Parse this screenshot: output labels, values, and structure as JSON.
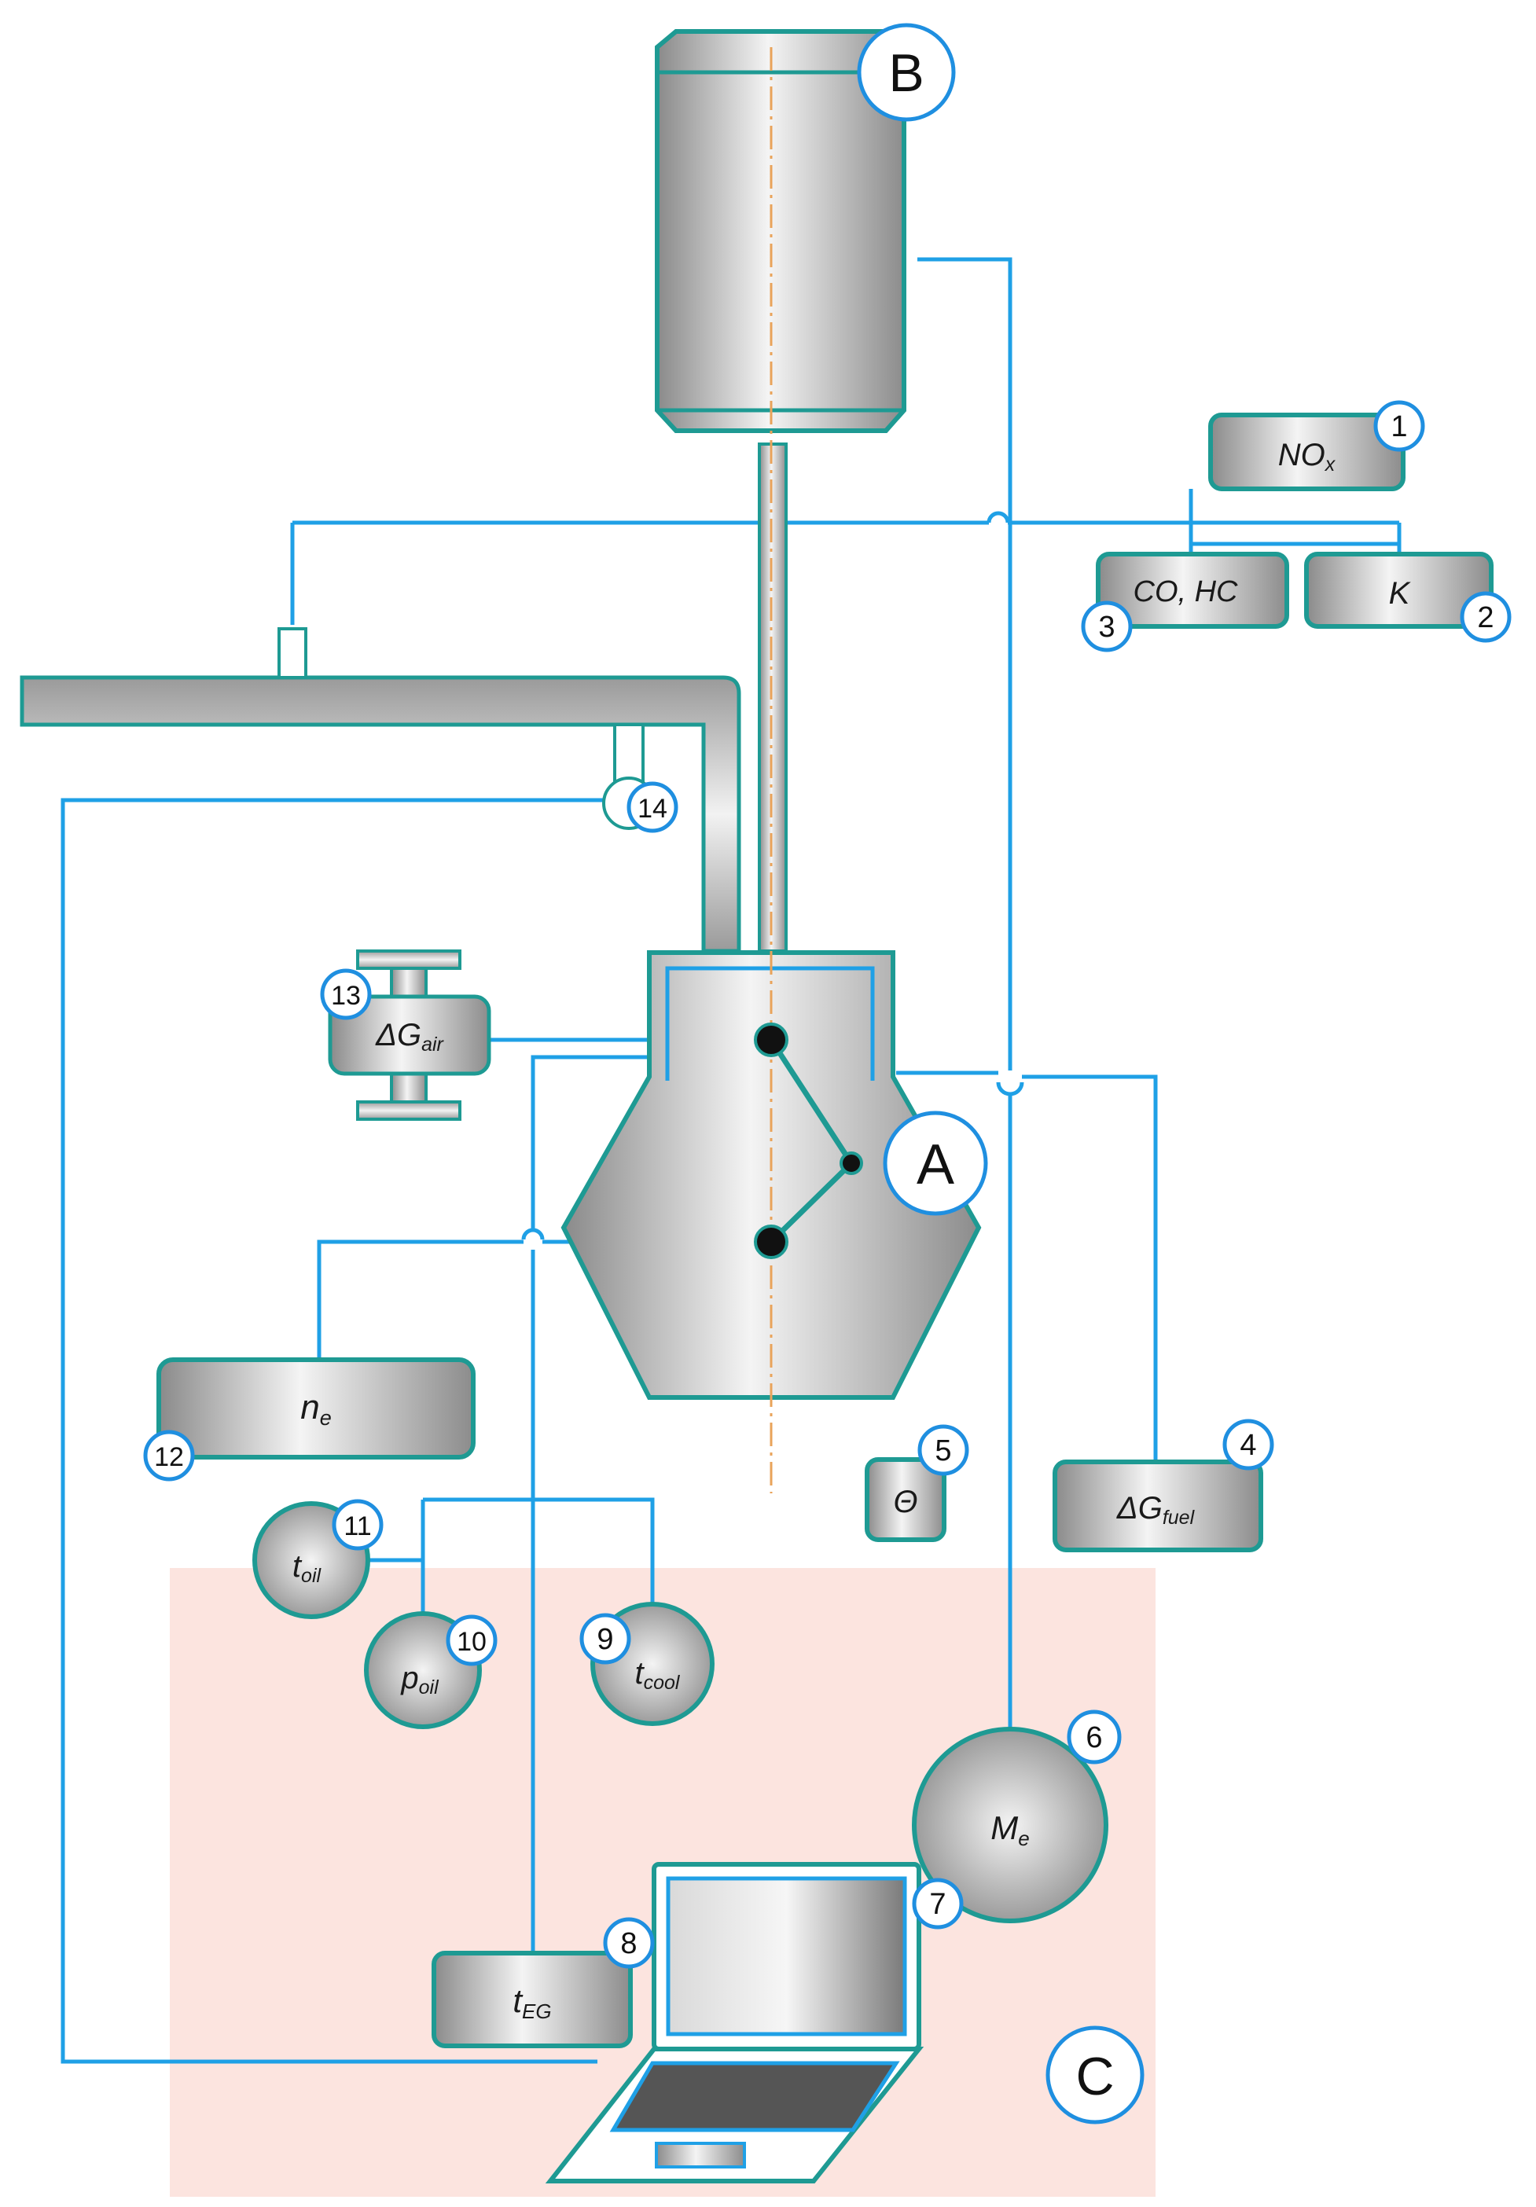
{
  "diagram": {
    "unit_labels": {
      "engine": "A",
      "dynamometer": "B",
      "control_room": "C"
    },
    "sensors": [
      {
        "num": "1",
        "base": "NO",
        "sub": "x"
      },
      {
        "num": "2",
        "base": "K",
        "sub": ""
      },
      {
        "num": "3",
        "base": "CO, HC",
        "sub": ""
      },
      {
        "num": "4",
        "base": "ΔG",
        "sub": "fuel"
      },
      {
        "num": "5",
        "base": "Θ",
        "sub": ""
      },
      {
        "num": "6",
        "base": "M",
        "sub": "e"
      },
      {
        "num": "7",
        "base": "",
        "sub": ""
      },
      {
        "num": "8",
        "base": "t",
        "sub": "EG"
      },
      {
        "num": "9",
        "base": "t",
        "sub": "cool"
      },
      {
        "num": "10",
        "base": "p",
        "sub": "oil"
      },
      {
        "num": "11",
        "base": "t",
        "sub": "oil"
      },
      {
        "num": "12",
        "base": "n",
        "sub": "e"
      },
      {
        "num": "13",
        "base": "ΔG",
        "sub": "air"
      },
      {
        "num": "14",
        "base": "",
        "sub": ""
      }
    ],
    "colors": {
      "line": "#1fa0e6",
      "outline": "#1e9a93",
      "zone_c": "#fce4df",
      "badge_border": "#1f8fe0"
    }
  }
}
